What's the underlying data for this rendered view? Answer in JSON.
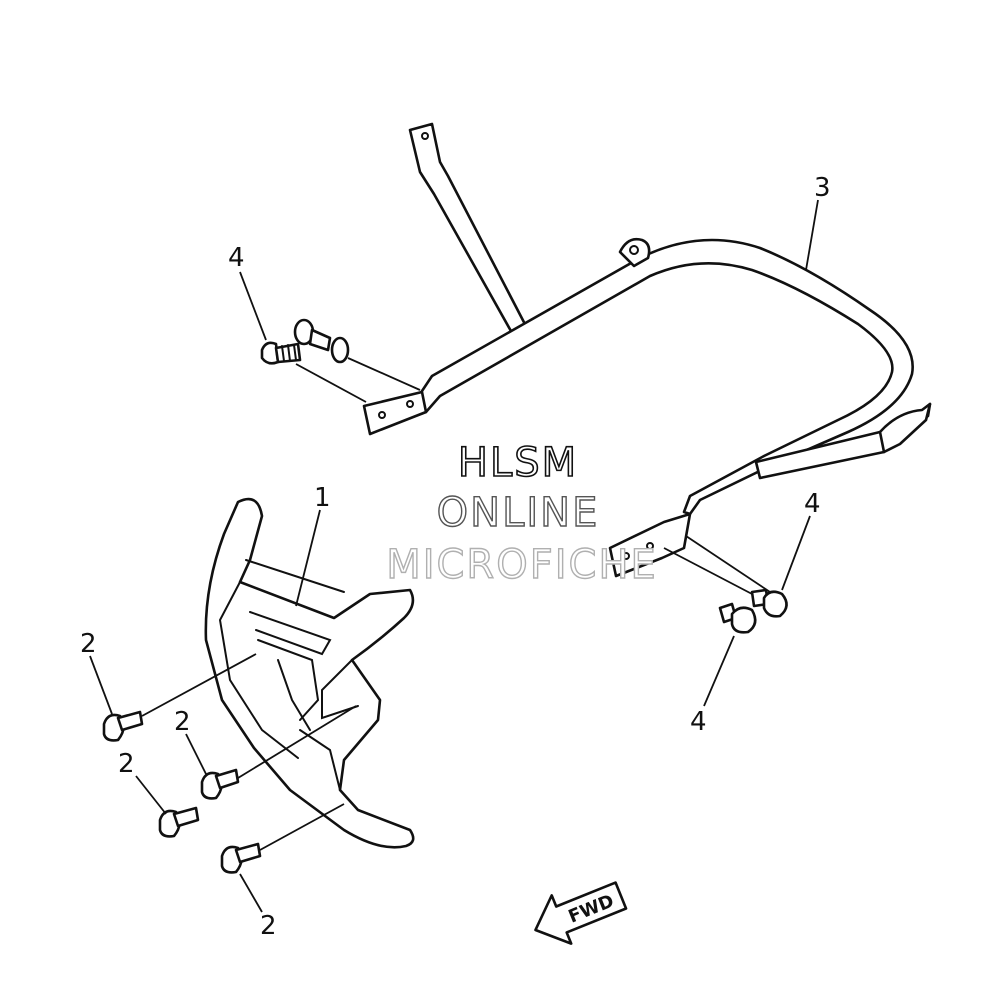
{
  "callouts": [
    {
      "id": "callout-1",
      "label": "1"
    },
    {
      "id": "callout-2a",
      "label": "2"
    },
    {
      "id": "callout-2b",
      "label": "2"
    },
    {
      "id": "callout-2c",
      "label": "2"
    },
    {
      "id": "callout-2d",
      "label": "2"
    },
    {
      "id": "callout-3",
      "label": "3"
    },
    {
      "id": "callout-4a",
      "label": "4"
    },
    {
      "id": "callout-4b",
      "label": "4"
    },
    {
      "id": "callout-4c",
      "label": "4"
    }
  ],
  "watermark": {
    "line1": "HLSM",
    "line2": "ONLINE",
    "line3": "MICROFICHE"
  },
  "direction_arrow": {
    "label": "FWD"
  }
}
